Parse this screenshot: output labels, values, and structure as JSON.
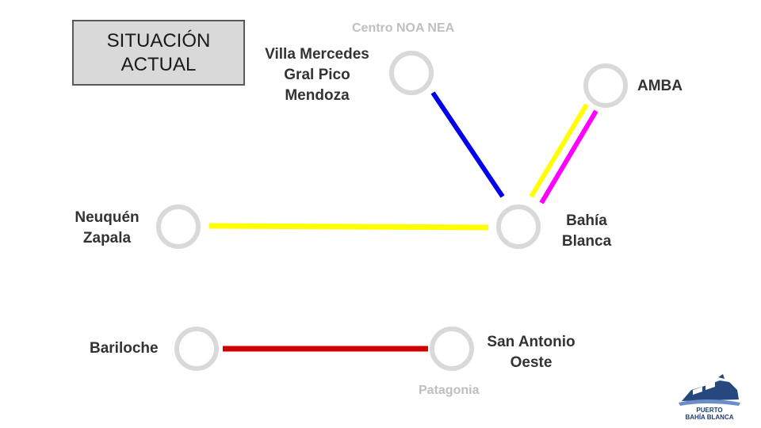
{
  "title": {
    "line1": "SITUACIÓN",
    "line2": "ACTUAL"
  },
  "regions": {
    "north": "Centro NOA NEA",
    "south": "Patagonia"
  },
  "nodes": {
    "villa": [
      "Villa Mercedes",
      "Gral Pico",
      "Mendoza"
    ],
    "amba": [
      "AMBA"
    ],
    "neuquen": [
      "Neuquén",
      "Zapala"
    ],
    "bahia": [
      "Bahía",
      "Blanca"
    ],
    "bariloche": [
      "Bariloche"
    ],
    "sao": [
      "San Antonio",
      "Oeste"
    ]
  },
  "connections": [
    {
      "from": "Villa Mercedes / Gral Pico / Mendoza",
      "to": "Bahía Blanca",
      "color": "#0000ee"
    },
    {
      "from": "AMBA",
      "to": "Bahía Blanca",
      "color": "#ffff00"
    },
    {
      "from": "AMBA",
      "to": "Bahía Blanca",
      "color": "#ff00ff"
    },
    {
      "from": "Neuquén / Zapala",
      "to": "Bahía Blanca",
      "color": "#ffff00"
    },
    {
      "from": "Bariloche",
      "to": "San Antonio Oeste",
      "color": "#cc0000"
    }
  ],
  "node_style": {
    "ring_color": "#d9d9d9"
  },
  "logo": {
    "line1": "PUERTO",
    "line2": "BAHÍA BLANCA",
    "color": "#1f3b6e"
  }
}
